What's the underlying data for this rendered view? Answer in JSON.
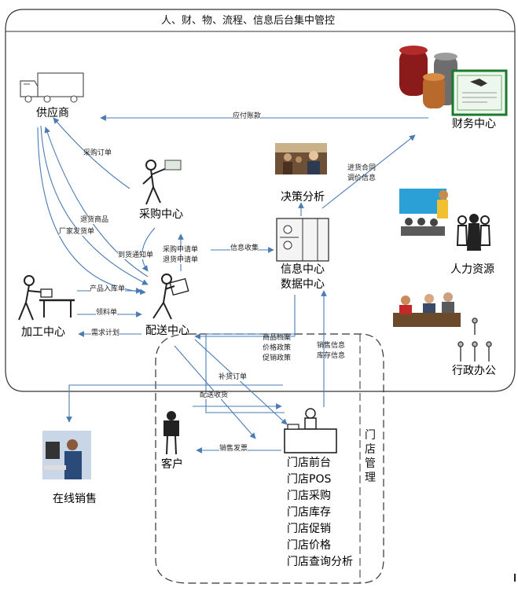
{
  "title": "人、财、物、流程、信息后台集中管控",
  "nodes": {
    "supplier": "供应商",
    "finance": "财务中心",
    "decision": "决策分析",
    "purchase": "采购中心",
    "info": "信息中心",
    "datacenter": "数据中心",
    "hr": "人力资源",
    "processing": "加工中心",
    "distribution": "配送中心",
    "admin": "行政办公",
    "online": "在线销售",
    "customer": "客户",
    "store_front": "门店前台",
    "store_items": [
      "门店POS",
      "门店采购",
      "门店库存",
      "门店促销",
      "门店价格",
      "门店查询分析"
    ],
    "store_mgmt": "门店管理"
  },
  "edges": {
    "payable": "应付账款",
    "purchase_order": "采购订单",
    "contract": "进货合同",
    "price_info": "调价信息",
    "return_goods": "退货商品",
    "vendor_ship": "厂家发货单",
    "arrival_notice": "到货通知单",
    "purchase_req": "采购申请单",
    "return_req": "退货申请单",
    "info_collect": "信息收集",
    "product_in": "产品入库单",
    "material_req": "领料单",
    "demand_plan": "需求计划",
    "product_file": "商品档案",
    "price_policy": "价格政策",
    "promo_policy": "促销政策",
    "sales_info": "销售信息",
    "stock_info": "库存信息",
    "replenish": "补货订单",
    "delivery_recv": "配送收货",
    "sales_invoice": "销售发票"
  }
}
